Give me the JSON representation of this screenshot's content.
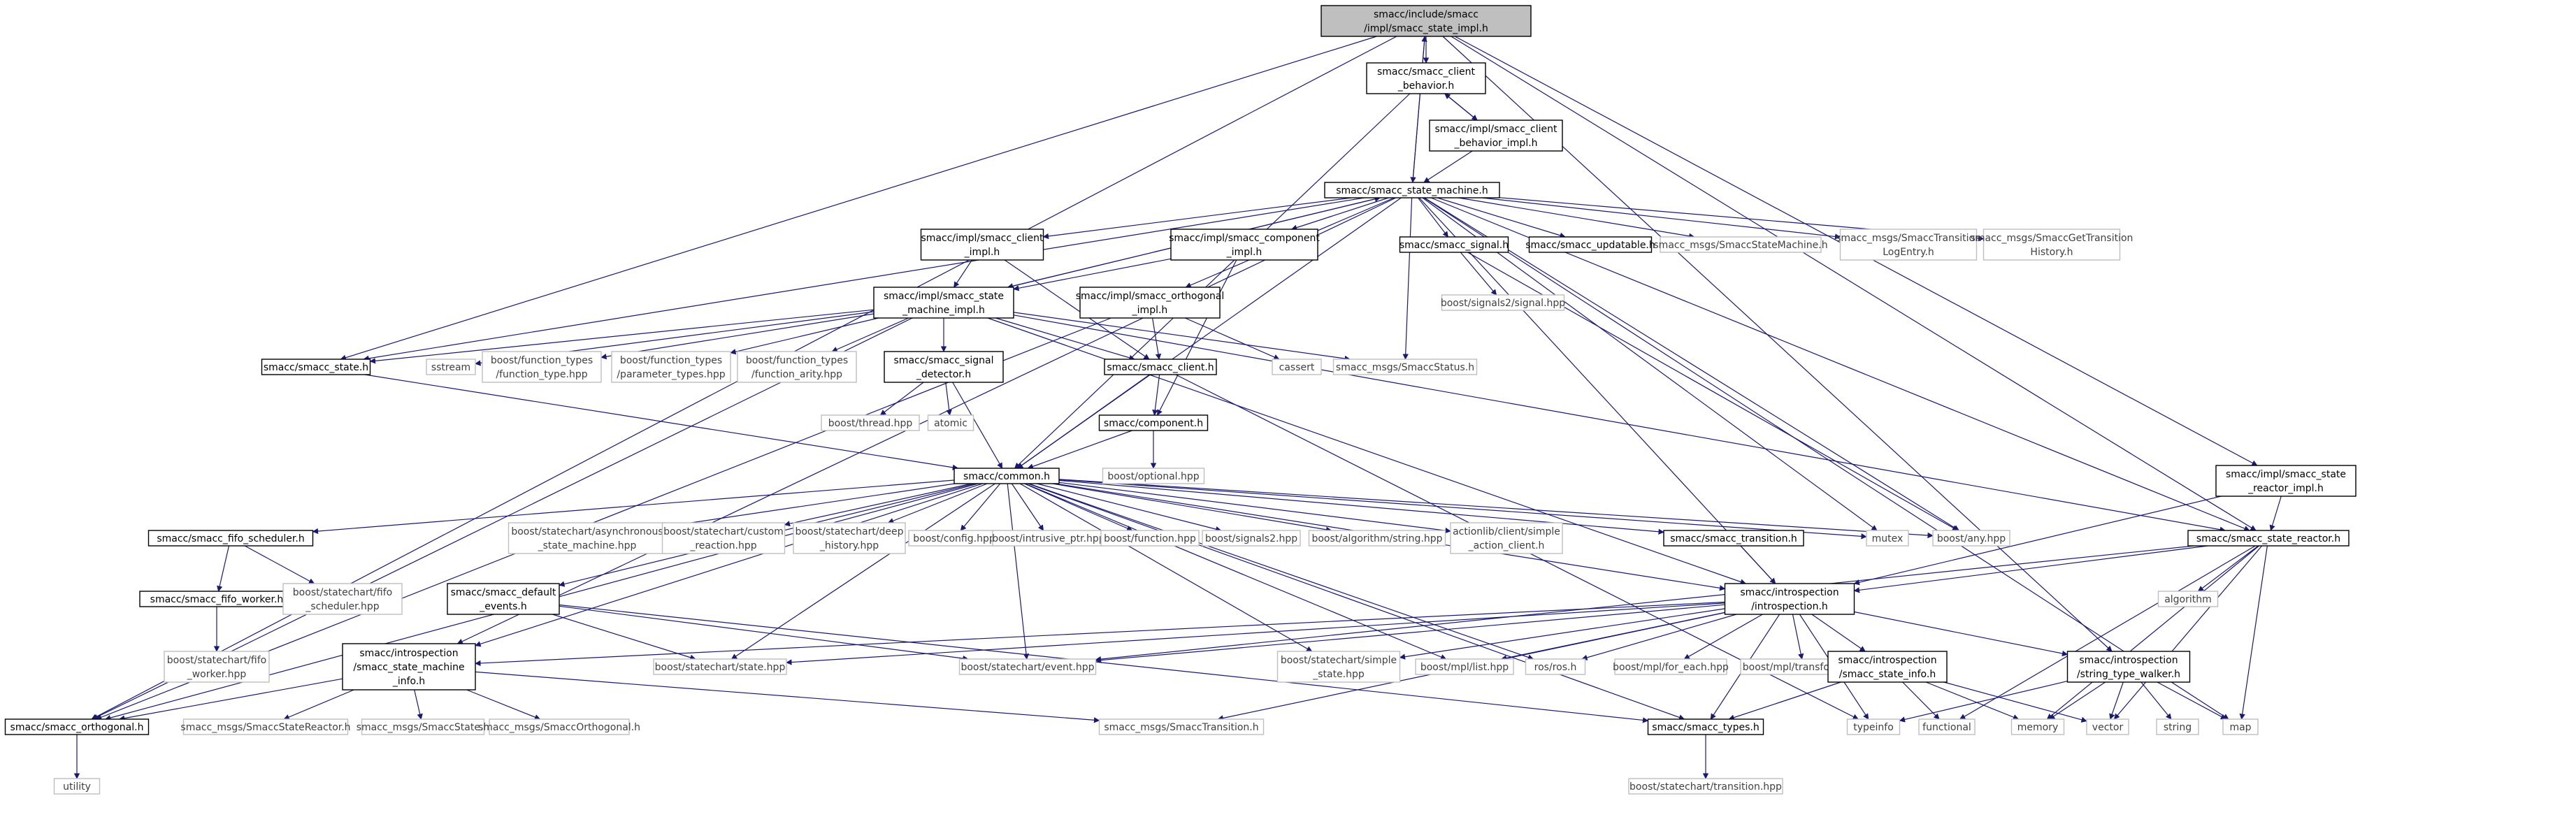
{
  "colors": {
    "edge": "#191970",
    "node_border": "#000000",
    "system_border": "#bfbfbf",
    "system_text": "#404040",
    "focus_fill": "#bfbfbf",
    "node_fill": "#ffffff",
    "text": "#000000"
  },
  "nodes": {
    "impl": {
      "label": [
        "smacc/include/smacc",
        "/impl/smacc_state_impl.h"
      ],
      "kind": "focus"
    },
    "client_behavior": {
      "label": [
        "smacc/smacc_client",
        "_behavior.h"
      ],
      "kind": "file"
    },
    "client_behavior_impl": {
      "label": [
        "smacc/impl/smacc_client",
        "_behavior_impl.h"
      ],
      "kind": "file"
    },
    "state_machine": {
      "label": [
        "smacc/smacc_state_machine.h"
      ],
      "kind": "file"
    },
    "client_impl": {
      "label": [
        "smacc/impl/smacc_client",
        "_impl.h"
      ],
      "kind": "file"
    },
    "component_impl": {
      "label": [
        "smacc/impl/smacc_component",
        "_impl.h"
      ],
      "kind": "file"
    },
    "signal": {
      "label": [
        "smacc/smacc_signal.h"
      ],
      "kind": "file"
    },
    "updatable": {
      "label": [
        "smacc/smacc_updatable.h"
      ],
      "kind": "file"
    },
    "msg_state_machine": {
      "label": [
        "smacc_msgs/SmaccStateMachine.h"
      ],
      "kind": "system"
    },
    "msg_transition_log": {
      "label": [
        "smacc_msgs/SmaccTransition",
        "LogEntry.h"
      ],
      "kind": "system"
    },
    "msg_get_history": {
      "label": [
        "smacc_msgs/SmaccGetTransition",
        "History.h"
      ],
      "kind": "system"
    },
    "sm_impl": {
      "label": [
        "smacc/impl/smacc_state",
        "_machine_impl.h"
      ],
      "kind": "file"
    },
    "orthogonal_impl": {
      "label": [
        "smacc/impl/smacc_orthogonal",
        "_impl.h"
      ],
      "kind": "file"
    },
    "signals2": {
      "label": [
        "boost/signals2/signal.hpp"
      ],
      "kind": "system"
    },
    "smacc_state": {
      "label": [
        "smacc/smacc_state.h"
      ],
      "kind": "file"
    },
    "sstream": {
      "label": [
        "sstream"
      ],
      "kind": "system"
    },
    "ft_function_type": {
      "label": [
        "boost/function_types",
        "/function_type.hpp"
      ],
      "kind": "system"
    },
    "ft_parameter_types": {
      "label": [
        "boost/function_types",
        "/parameter_types.hpp"
      ],
      "kind": "system"
    },
    "ft_function_arity": {
      "label": [
        "boost/function_types",
        "/function_arity.hpp"
      ],
      "kind": "system"
    },
    "signal_detector": {
      "label": [
        "smacc/smacc_signal",
        "_detector.h"
      ],
      "kind": "file"
    },
    "smacc_client": {
      "label": [
        "smacc/smacc_client.h"
      ],
      "kind": "file"
    },
    "cassert": {
      "label": [
        "cassert"
      ],
      "kind": "system"
    },
    "msg_status": {
      "label": [
        "smacc_msgs/SmaccStatus.h"
      ],
      "kind": "system"
    },
    "thread": {
      "label": [
        "boost/thread.hpp"
      ],
      "kind": "system"
    },
    "atomic": {
      "label": [
        "atomic"
      ],
      "kind": "system"
    },
    "component": {
      "label": [
        "smacc/component.h"
      ],
      "kind": "file"
    },
    "optional": {
      "label": [
        "boost/optional.hpp"
      ],
      "kind": "system"
    },
    "common": {
      "label": [
        "smacc/common.h"
      ],
      "kind": "file"
    },
    "fifo_scheduler": {
      "label": [
        "smacc/smacc_fifo_scheduler.h"
      ],
      "kind": "file"
    },
    "fifo_worker": {
      "label": [
        "smacc/smacc_fifo_worker.h"
      ],
      "kind": "file"
    },
    "sc_fifo_scheduler": {
      "label": [
        "boost/statechart/fifo",
        "_scheduler.hpp"
      ],
      "kind": "system"
    },
    "sc_fifo_worker": {
      "label": [
        "boost/statechart/fifo",
        "_worker.hpp"
      ],
      "kind": "system"
    },
    "sc_async": {
      "label": [
        "boost/statechart/asynchronous",
        "_state_machine.hpp"
      ],
      "kind": "system"
    },
    "sc_custom": {
      "label": [
        "boost/statechart/custom",
        "_reaction.hpp"
      ],
      "kind": "system"
    },
    "sc_deep": {
      "label": [
        "boost/statechart/deep",
        "_history.hpp"
      ],
      "kind": "system"
    },
    "config": {
      "label": [
        "boost/config.hpp"
      ],
      "kind": "system"
    },
    "intrusive": {
      "label": [
        "boost/intrusive_ptr.hpp"
      ],
      "kind": "system"
    },
    "function": {
      "label": [
        "boost/function.hpp"
      ],
      "kind": "system"
    },
    "signals2hpp": {
      "label": [
        "boost/signals2.hpp"
      ],
      "kind": "system"
    },
    "algo_string": {
      "label": [
        "boost/algorithm/string.hpp"
      ],
      "kind": "system"
    },
    "actionlib": {
      "label": [
        "actionlib/client/simple",
        "_action_client.h"
      ],
      "kind": "system"
    },
    "transition": {
      "label": [
        "smacc/smacc_transition.h"
      ],
      "kind": "file"
    },
    "mutex": {
      "label": [
        "mutex"
      ],
      "kind": "system"
    },
    "any": {
      "label": [
        "boost/any.hpp"
      ],
      "kind": "system"
    },
    "reactor_impl": {
      "label": [
        "smacc/impl/smacc_state",
        "_reactor_impl.h"
      ],
      "kind": "file"
    },
    "state_reactor": {
      "label": [
        "smacc/smacc_state_reactor.h"
      ],
      "kind": "file"
    },
    "default_events": {
      "label": [
        "smacc/smacc_default",
        "_events.h"
      ],
      "kind": "file"
    },
    "introspection": {
      "label": [
        "smacc/introspection",
        "/introspection.h"
      ],
      "kind": "file"
    },
    "algorithm": {
      "label": [
        "algorithm"
      ],
      "kind": "system"
    },
    "sm_info": {
      "label": [
        "smacc/introspection",
        "/smacc_state_machine",
        "_info.h"
      ],
      "kind": "file"
    },
    "sc_state": {
      "label": [
        "boost/statechart/state.hpp"
      ],
      "kind": "system"
    },
    "sc_event": {
      "label": [
        "boost/statechart/event.hpp"
      ],
      "kind": "system"
    },
    "sc_simple_state": {
      "label": [
        "boost/statechart/simple",
        "_state.hpp"
      ],
      "kind": "system"
    },
    "mpl_list": {
      "label": [
        "boost/mpl/list.hpp"
      ],
      "kind": "system"
    },
    "ros": {
      "label": [
        "ros/ros.h"
      ],
      "kind": "system"
    },
    "mpl_for_each": {
      "label": [
        "boost/mpl/for_each.hpp"
      ],
      "kind": "system"
    },
    "mpl_transform": {
      "label": [
        "boost/mpl/transform.hpp"
      ],
      "kind": "system"
    },
    "state_info": {
      "label": [
        "smacc/introspection",
        "/smacc_state_info.h"
      ],
      "kind": "file"
    },
    "type_walker": {
      "label": [
        "smacc/introspection",
        "/string_type_walker.h"
      ],
      "kind": "file"
    },
    "orthogonal": {
      "label": [
        "smacc/smacc_orthogonal.h"
      ],
      "kind": "file"
    },
    "msg_reactor": {
      "label": [
        "smacc_msgs/SmaccStateReactor.h"
      ],
      "kind": "system"
    },
    "msg_state": {
      "label": [
        "smacc_msgs/SmaccState.h"
      ],
      "kind": "system"
    },
    "msg_orthogonal": {
      "label": [
        "smacc_msgs/SmaccOrthogonal.h"
      ],
      "kind": "system"
    },
    "msg_transition": {
      "label": [
        "smacc_msgs/SmaccTransition.h"
      ],
      "kind": "system"
    },
    "types": {
      "label": [
        "smacc/smacc_types.h"
      ],
      "kind": "file"
    },
    "typeinfo": {
      "label": [
        "typeinfo"
      ],
      "kind": "system"
    },
    "functional": {
      "label": [
        "functional"
      ],
      "kind": "system"
    },
    "memory": {
      "label": [
        "memory"
      ],
      "kind": "system"
    },
    "vector": {
      "label": [
        "vector"
      ],
      "kind": "system"
    },
    "string": {
      "label": [
        "string"
      ],
      "kind": "system"
    },
    "map": {
      "label": [
        "map"
      ],
      "kind": "system"
    },
    "utility": {
      "label": [
        "utility"
      ],
      "kind": "system"
    },
    "sc_transition": {
      "label": [
        "boost/statechart/transition.hpp"
      ],
      "kind": "system"
    }
  },
  "edges": [
    [
      "impl",
      "client_behavior"
    ],
    [
      "impl",
      "state_machine"
    ],
    [
      "impl",
      "smacc_state"
    ],
    [
      "impl",
      "orthogonal"
    ],
    [
      "impl",
      "reactor_impl"
    ],
    [
      "impl",
      "state_reactor"
    ],
    [
      "impl",
      "type_walker"
    ],
    [
      "client_behavior",
      "client_behavior_impl"
    ],
    [
      "client_behavior",
      "common"
    ],
    [
      "client_behavior_impl",
      "client_behavior"
    ],
    [
      "client_behavior_impl",
      "state_machine"
    ],
    [
      "state_machine",
      "impl"
    ],
    [
      "state_machine",
      "common"
    ],
    [
      "state_machine",
      "signal"
    ],
    [
      "state_machine",
      "updatable"
    ],
    [
      "state_machine",
      "msg_state_machine"
    ],
    [
      "state_machine",
      "msg_transition_log"
    ],
    [
      "state_machine",
      "msg_get_history"
    ],
    [
      "state_machine",
      "msg_status"
    ],
    [
      "state_machine",
      "smacc_state"
    ],
    [
      "state_machine",
      "state_reactor"
    ],
    [
      "state_machine",
      "mutex"
    ],
    [
      "state_machine",
      "any"
    ],
    [
      "state_machine",
      "map"
    ],
    [
      "state_machine",
      "sm_info"
    ],
    [
      "state_machine",
      "introspection"
    ],
    [
      "state_machine",
      "sm_impl"
    ],
    [
      "state_machine",
      "client_impl"
    ],
    [
      "state_machine",
      "component_impl"
    ],
    [
      "state_machine",
      "orthogonal_impl"
    ],
    [
      "client_impl",
      "sm_impl"
    ],
    [
      "client_impl",
      "smacc_client"
    ],
    [
      "component_impl",
      "sm_impl"
    ],
    [
      "component_impl",
      "component"
    ],
    [
      "signal",
      "signals2"
    ],
    [
      "signal",
      "any"
    ],
    [
      "sm_impl",
      "state_machine"
    ],
    [
      "sm_impl",
      "smacc_state"
    ],
    [
      "sm_impl",
      "sstream"
    ],
    [
      "sm_impl",
      "ft_function_type"
    ],
    [
      "sm_impl",
      "ft_parameter_types"
    ],
    [
      "sm_impl",
      "ft_function_arity"
    ],
    [
      "sm_impl",
      "signal_detector"
    ],
    [
      "sm_impl",
      "smacc_client"
    ],
    [
      "sm_impl",
      "msg_status"
    ],
    [
      "sm_impl",
      "orthogonal"
    ],
    [
      "sm_impl",
      "introspection"
    ],
    [
      "sm_impl",
      "state_reactor"
    ],
    [
      "orthogonal_impl",
      "smacc_client"
    ],
    [
      "orthogonal_impl",
      "cassert"
    ],
    [
      "orthogonal_impl",
      "orthogonal"
    ],
    [
      "smacc_state",
      "common"
    ],
    [
      "signal_detector",
      "thread"
    ],
    [
      "signal_detector",
      "atomic"
    ],
    [
      "signal_detector",
      "common"
    ],
    [
      "smacc_client",
      "common"
    ],
    [
      "smacc_client",
      "component"
    ],
    [
      "smacc_client",
      "typeinfo"
    ],
    [
      "component",
      "optional"
    ],
    [
      "component",
      "common"
    ],
    [
      "common",
      "fifo_scheduler"
    ],
    [
      "common",
      "sc_async"
    ],
    [
      "common",
      "sc_custom"
    ],
    [
      "common",
      "sc_deep"
    ],
    [
      "common",
      "config"
    ],
    [
      "common",
      "intrusive"
    ],
    [
      "common",
      "function"
    ],
    [
      "common",
      "signals2hpp"
    ],
    [
      "common",
      "algo_string"
    ],
    [
      "common",
      "actionlib"
    ],
    [
      "common",
      "transition"
    ],
    [
      "common",
      "mutex"
    ],
    [
      "common",
      "any"
    ],
    [
      "common",
      "default_events"
    ],
    [
      "common",
      "introspection"
    ],
    [
      "common",
      "sc_state"
    ],
    [
      "common",
      "sc_event"
    ],
    [
      "common",
      "sc_simple_state"
    ],
    [
      "common",
      "mpl_list"
    ],
    [
      "common",
      "ros"
    ],
    [
      "common",
      "types"
    ],
    [
      "common",
      "orthogonal"
    ],
    [
      "common",
      "sm_info"
    ],
    [
      "fifo_scheduler",
      "fifo_worker"
    ],
    [
      "fifo_scheduler",
      "sc_fifo_scheduler"
    ],
    [
      "fifo_worker",
      "sc_fifo_worker"
    ],
    [
      "transition",
      "introspection"
    ],
    [
      "reactor_impl",
      "state_reactor"
    ],
    [
      "reactor_impl",
      "introspection"
    ],
    [
      "state_reactor",
      "introspection"
    ],
    [
      "state_reactor",
      "algorithm"
    ],
    [
      "state_reactor",
      "functional"
    ],
    [
      "state_reactor",
      "memory"
    ],
    [
      "state_reactor",
      "vector"
    ],
    [
      "state_reactor",
      "map"
    ],
    [
      "state_reactor",
      "sc_event"
    ],
    [
      "default_events",
      "sc_state"
    ],
    [
      "default_events",
      "sc_event"
    ],
    [
      "default_events",
      "types"
    ],
    [
      "introspection",
      "sm_info"
    ],
    [
      "introspection",
      "sc_state"
    ],
    [
      "introspection",
      "sc_event"
    ],
    [
      "introspection",
      "sc_simple_state"
    ],
    [
      "introspection",
      "mpl_list"
    ],
    [
      "introspection",
      "ros"
    ],
    [
      "introspection",
      "mpl_for_each"
    ],
    [
      "introspection",
      "mpl_transform"
    ],
    [
      "introspection",
      "state_info"
    ],
    [
      "introspection",
      "type_walker"
    ],
    [
      "introspection",
      "typeinfo"
    ],
    [
      "introspection",
      "types"
    ],
    [
      "introspection",
      "msg_transition"
    ],
    [
      "state_info",
      "types"
    ],
    [
      "state_info",
      "functional"
    ],
    [
      "state_info",
      "memory"
    ],
    [
      "state_info",
      "vector"
    ],
    [
      "type_walker",
      "typeinfo"
    ],
    [
      "type_walker",
      "memory"
    ],
    [
      "type_walker",
      "vector"
    ],
    [
      "type_walker",
      "string"
    ],
    [
      "type_walker",
      "map"
    ],
    [
      "sm_info",
      "orthogonal"
    ],
    [
      "sm_info",
      "msg_reactor"
    ],
    [
      "sm_info",
      "msg_state"
    ],
    [
      "sm_info",
      "msg_orthogonal"
    ],
    [
      "sm_info",
      "msg_transition"
    ],
    [
      "orthogonal",
      "utility"
    ],
    [
      "types",
      "sc_transition"
    ]
  ]
}
